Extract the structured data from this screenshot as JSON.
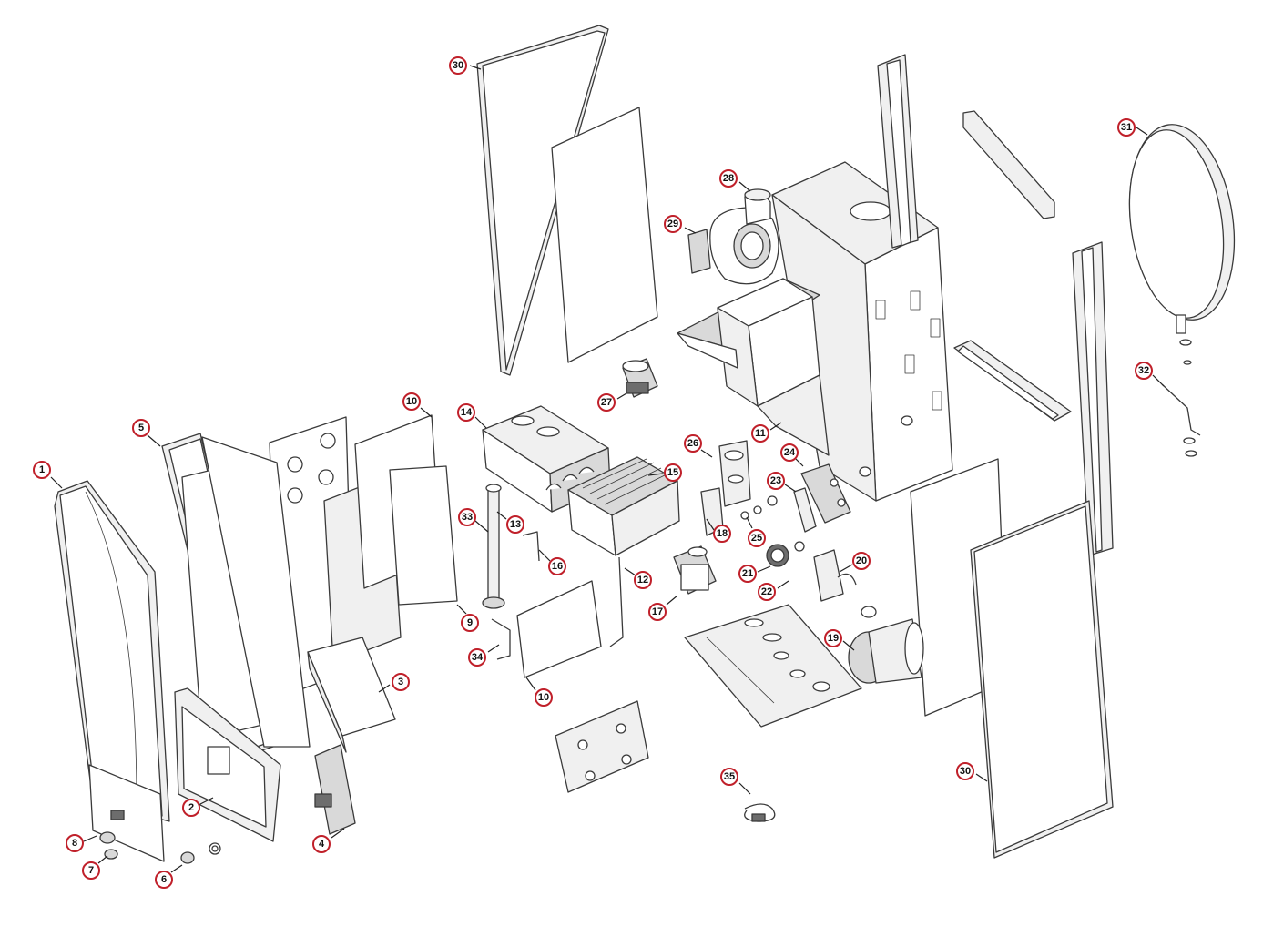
{
  "diagram": {
    "type": "exploded-parts-view",
    "callout_color": "#c0202a",
    "callouts": [
      {
        "id": "c1",
        "label": "1"
      },
      {
        "id": "c2",
        "label": "2"
      },
      {
        "id": "c3",
        "label": "3"
      },
      {
        "id": "c4",
        "label": "4"
      },
      {
        "id": "c5",
        "label": "5"
      },
      {
        "id": "c6",
        "label": "6"
      },
      {
        "id": "c7",
        "label": "7"
      },
      {
        "id": "c8",
        "label": "8"
      },
      {
        "id": "c9",
        "label": "9"
      },
      {
        "id": "c10a",
        "label": "10"
      },
      {
        "id": "c10b",
        "label": "10"
      },
      {
        "id": "c11",
        "label": "11"
      },
      {
        "id": "c12",
        "label": "12"
      },
      {
        "id": "c13",
        "label": "13"
      },
      {
        "id": "c14",
        "label": "14"
      },
      {
        "id": "c15",
        "label": "15"
      },
      {
        "id": "c16",
        "label": "16"
      },
      {
        "id": "c17",
        "label": "17"
      },
      {
        "id": "c18",
        "label": "18"
      },
      {
        "id": "c19",
        "label": "19"
      },
      {
        "id": "c20",
        "label": "20"
      },
      {
        "id": "c21",
        "label": "21"
      },
      {
        "id": "c22",
        "label": "22"
      },
      {
        "id": "c23",
        "label": "23"
      },
      {
        "id": "c24",
        "label": "24"
      },
      {
        "id": "c25",
        "label": "25"
      },
      {
        "id": "c26",
        "label": "26"
      },
      {
        "id": "c27",
        "label": "27"
      },
      {
        "id": "c28",
        "label": "28"
      },
      {
        "id": "c29",
        "label": "29"
      },
      {
        "id": "c30a",
        "label": "30"
      },
      {
        "id": "c30b",
        "label": "30"
      },
      {
        "id": "c31",
        "label": "31"
      },
      {
        "id": "c32",
        "label": "32"
      },
      {
        "id": "c33",
        "label": "33"
      },
      {
        "id": "c34",
        "label": "34"
      },
      {
        "id": "c35",
        "label": "35"
      }
    ]
  }
}
